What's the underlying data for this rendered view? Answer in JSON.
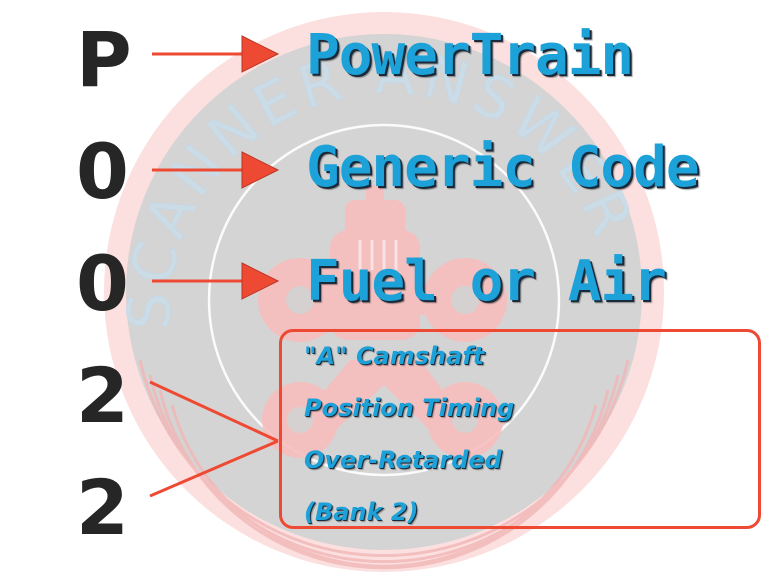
{
  "colors": {
    "code_char": "#262626",
    "label": "#1ca1d8",
    "arrow": "#ee4a33",
    "box_border": "#ee4a33",
    "watermark_ring": "#f7c4c4",
    "watermark_disc": "#d3d3d3"
  },
  "watermark": {
    "text": "SCANNER ANSWERS",
    "icon": "wrench-robot-emblem"
  },
  "code": {
    "full": "P0022",
    "characters": [
      {
        "char": "P",
        "label": "PowerTrain"
      },
      {
        "char": "0",
        "label": "Generic Code"
      },
      {
        "char": "0",
        "label": "Fuel or Air"
      },
      {
        "char": "2",
        "label": null
      },
      {
        "char": "2",
        "label": null
      }
    ]
  },
  "description": {
    "lines": [
      "\"A\" Camshaft",
      "Position Timing",
      "Over-Retarded",
      "(Bank 2)"
    ]
  }
}
